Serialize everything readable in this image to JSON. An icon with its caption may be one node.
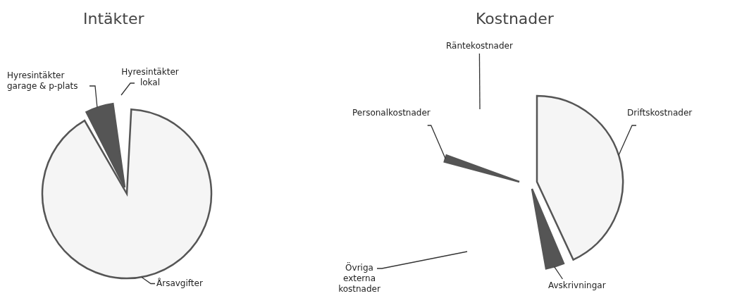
{
  "diagram": {
    "nodes": [
      {
        "text": [
          "Hyresintäkter garage & p-plats"
        ]
      },
      {
        "text": [
          "Hyresintäkter lokal"
        ]
      },
      {
        "text": [],
        "shape": "wedge"
      },
      {
        "text": [],
        "shape": "wedge"
      },
      {
        "text": [
          "Årsavgifter"
        ]
      },
      {
        "text": [
          "Räntekostnader"
        ]
      },
      {
        "text": [
          "Personalkostnader"
        ]
      },
      {
        "text": [
          "Driftskostnader"
        ]
      },
      {
        "text": [],
        "shape": "wedge"
      },
      {
        "text": [],
        "shape": "wedge"
      },
      {
        "text": [],
        "shape": "wedge"
      },
      {
        "text": [
          "Övriga externa kostnader"
        ]
      },
      {
        "text": [
          "Avskrivningar"
        ]
      }
    ],
    "edges": [
      {
        "from": 0,
        "to": 2,
        "arrow": "none"
      },
      {
        "from": 1,
        "to": null,
        "arrow": "none"
      },
      {
        "from": 4,
        "to": 3,
        "arrow": "none"
      },
      {
        "from": 5,
        "to": null,
        "arrow": "none"
      },
      {
        "from": 6,
        "to": 8,
        "arrow": "none"
      },
      {
        "from": 7,
        "to": 9,
        "arrow": "none"
      },
      {
        "from": 11,
        "to": null,
        "arrow": "none"
      },
      {
        "from": 12,
        "to": 10,
        "arrow": "none"
      }
    ],
    "labels": [
      "Intäkter",
      "Kostnader"
    ]
  }
}
